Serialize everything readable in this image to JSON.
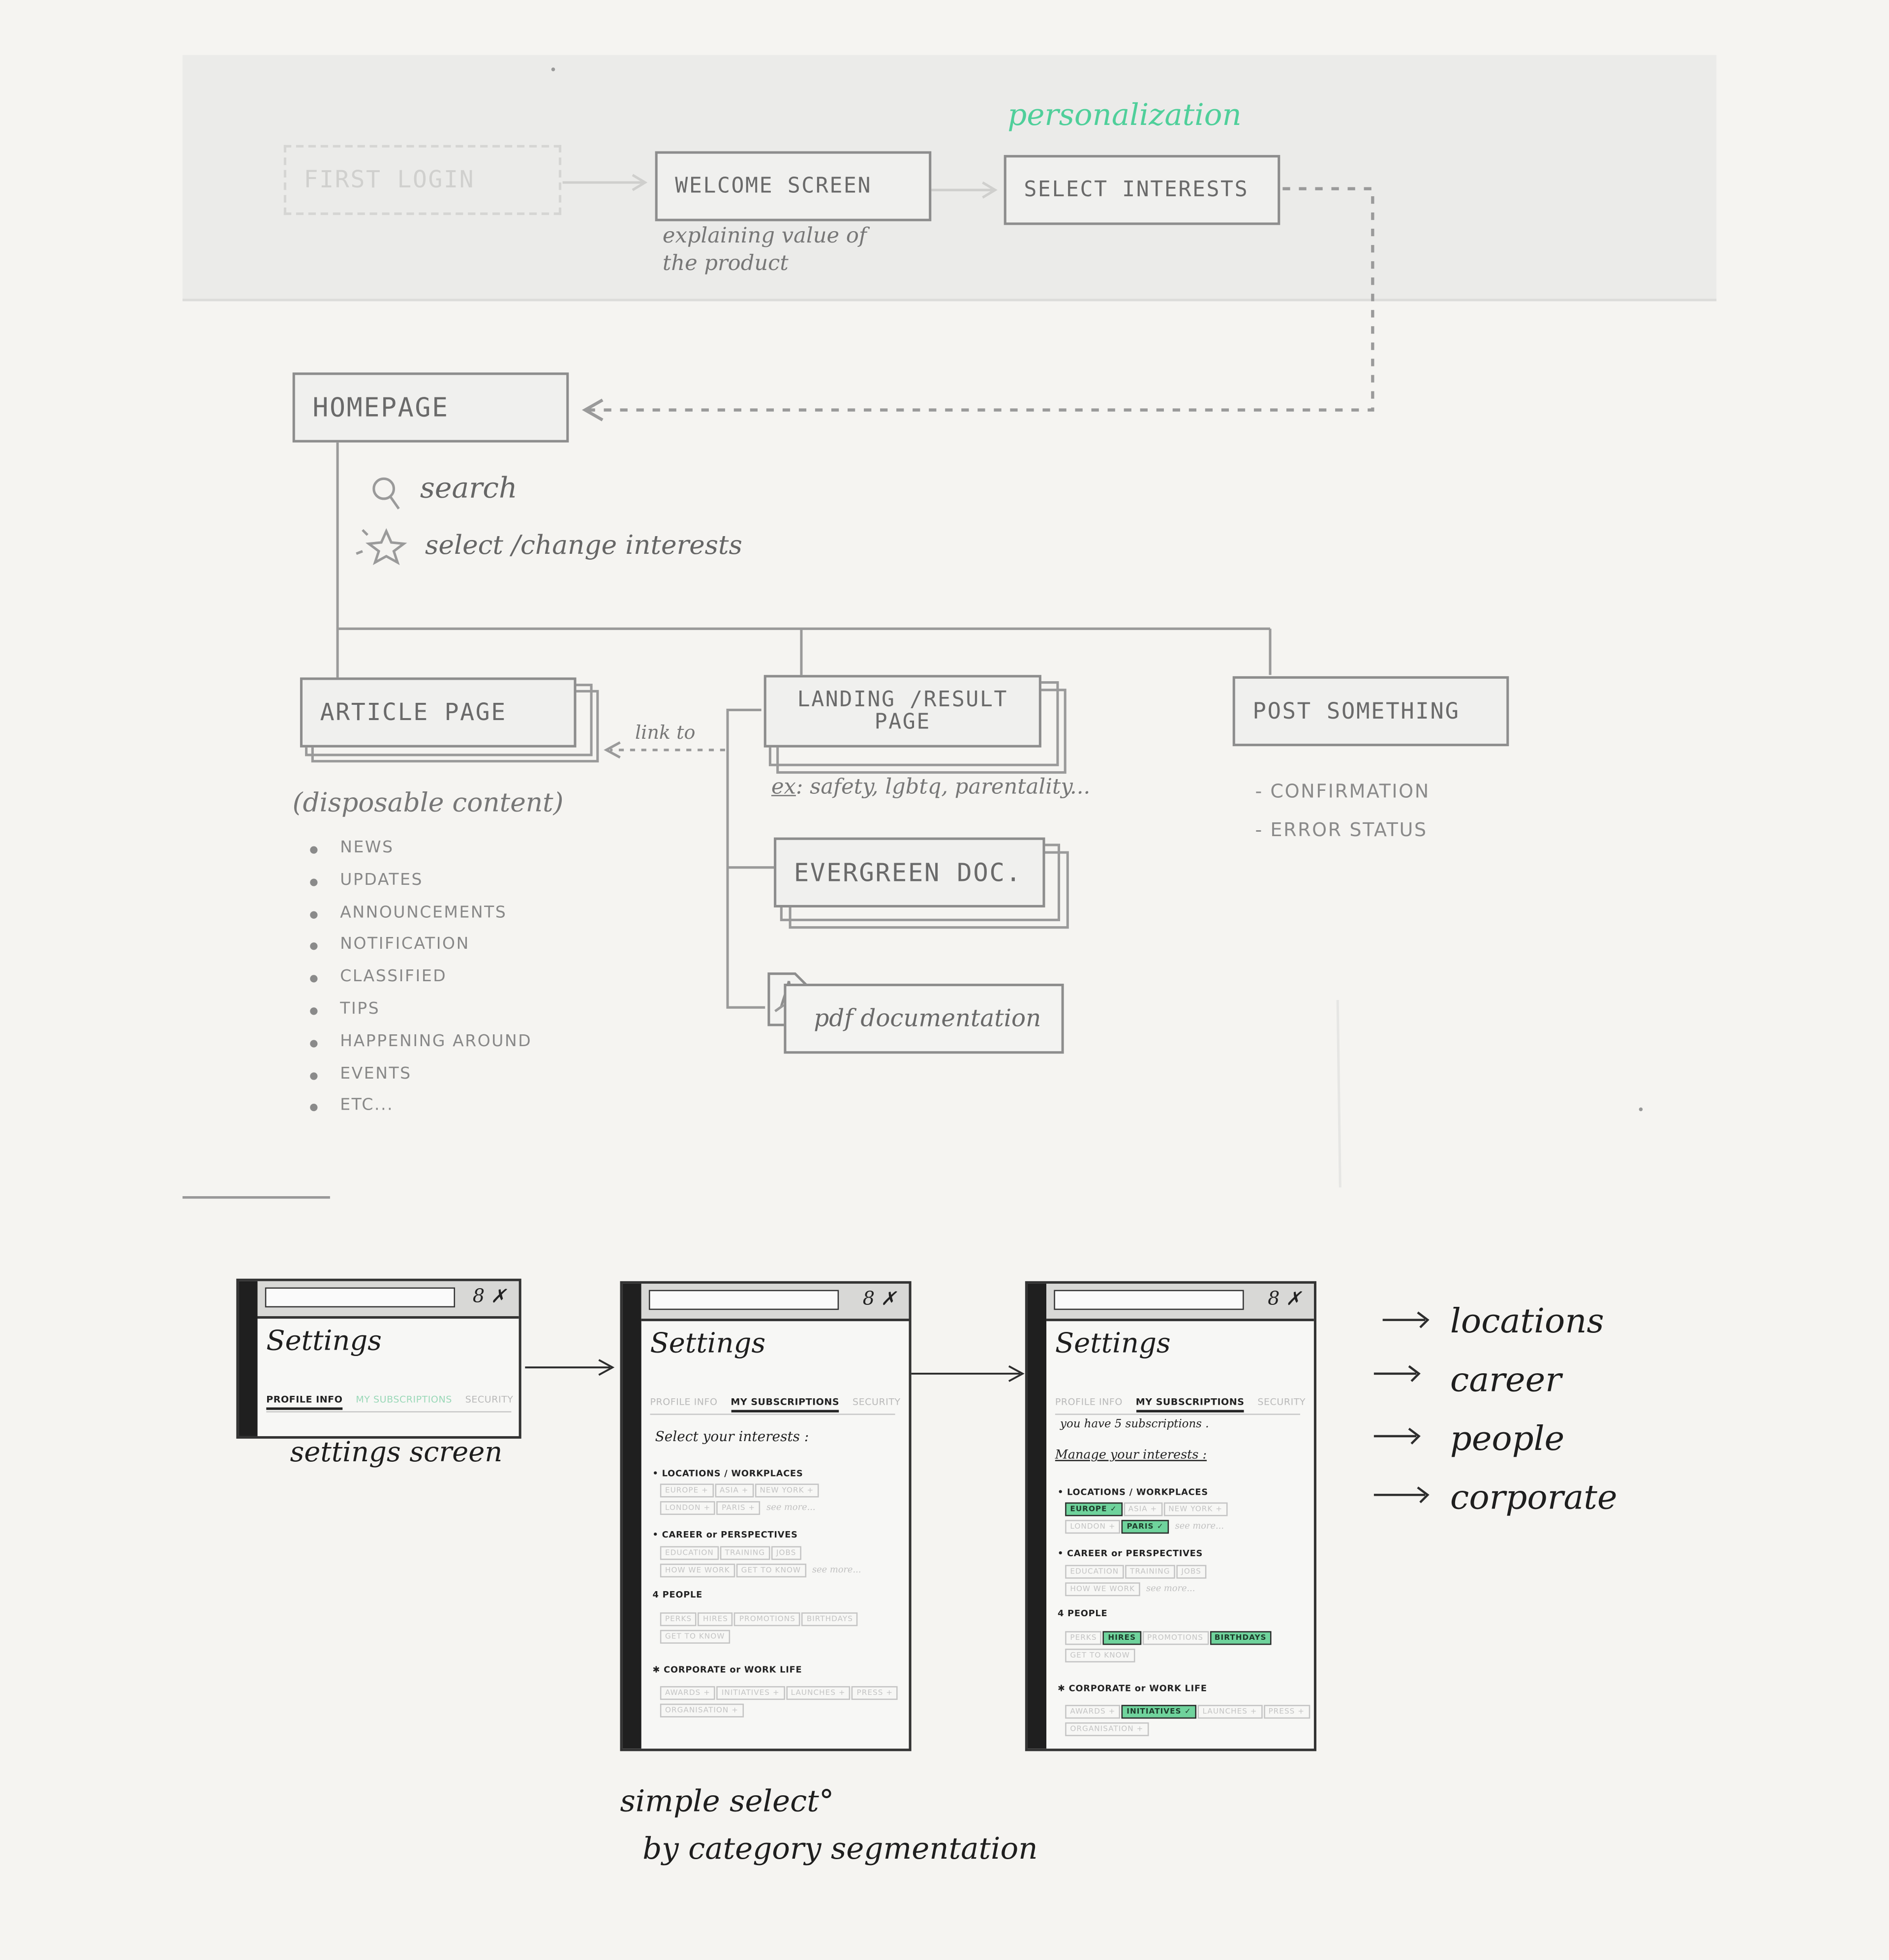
{
  "flow": {
    "personalization_label": "personalization",
    "first_login": "FIRST LOGIN",
    "welcome_screen": "WELCOME SCREEN",
    "welcome_note": [
      "explaining value of",
      "the product"
    ],
    "select_interests": "SELECT INTERESTS",
    "homepage": "HOMEPAGE",
    "home_search": "search",
    "home_select": "select /change interests",
    "article_page": "ARTICLE PAGE",
    "article_note": "(disposable content)",
    "article_items": [
      "NEWS",
      "UPDATES",
      "ANNOUNCEMENTS",
      "NOTIFICATION",
      "CLASSIFIED",
      "TIPS",
      "HAPPENING AROUND",
      "EVENTS",
      "ETC..."
    ],
    "link_to": "link to",
    "landing_page": [
      "LANDING /RESULT",
      "PAGE"
    ],
    "landing_ex_label": "ex",
    "landing_ex": ": safety, lgbtq, parentality...",
    "evergreen_doc": "EVERGREEN DOC.",
    "pdf_doc": "pdf documentation",
    "post_something": "POST SOMETHING",
    "post_items": [
      "CONFIRMATION",
      "ERROR STATUS"
    ]
  },
  "mockups": {
    "settings_title": "Settings",
    "icons": "8 ✗",
    "tabs": [
      "PROFILE INFO",
      "MY SUBSCRIPTIONS",
      "SECURITY"
    ],
    "caption_1": "settings screen",
    "select_prompt": "Select your interests :",
    "subs_count": "you have 5 subscriptions .",
    "manage_prompt": "Manage your interests :",
    "categories": [
      {
        "name": "• LOCATIONS / WORKPLACES",
        "rows": [
          [
            "EUROPE +",
            "ASIA +",
            "NEW YORK +"
          ],
          [
            "LONDON +",
            "PARIS +"
          ]
        ],
        "more": "see more..."
      },
      {
        "name": "• CAREER or PERSPECTIVES",
        "rows": [
          [
            "EDUCATION",
            "TRAINING",
            "JOBS"
          ],
          [
            "HOW WE WORK",
            "GET TO KNOW"
          ]
        ],
        "more": "see more..."
      },
      {
        "name": "4 PEOPLE",
        "rows": [
          [
            "PERKS",
            "HIRES",
            "PROMOTIONS",
            "BIRTHDAYS"
          ],
          [
            "GET TO KNOW"
          ]
        ],
        "more": ""
      },
      {
        "name": "✱ CORPORATE or WORK LIFE",
        "rows": [
          [
            "AWARDS +",
            "INITIATIVES +",
            "LAUNCHES +",
            "PRESS +"
          ],
          [
            "ORGANISATION +"
          ]
        ],
        "more": ""
      }
    ],
    "selected_chips": [
      "EUROPE ✓",
      "PARIS ✓",
      "HIRES",
      "BIRTHDAYS",
      "INITIATIVES ✓"
    ],
    "caption_2": [
      "simple select°",
      "by category segmentation"
    ],
    "side_list": [
      "locations",
      "career",
      "people",
      "corporate"
    ]
  },
  "colors": {
    "accent_green": "#4fcf9a",
    "chip_selected": "#6fd39c",
    "sketch_gray": "#8d8d8d"
  }
}
